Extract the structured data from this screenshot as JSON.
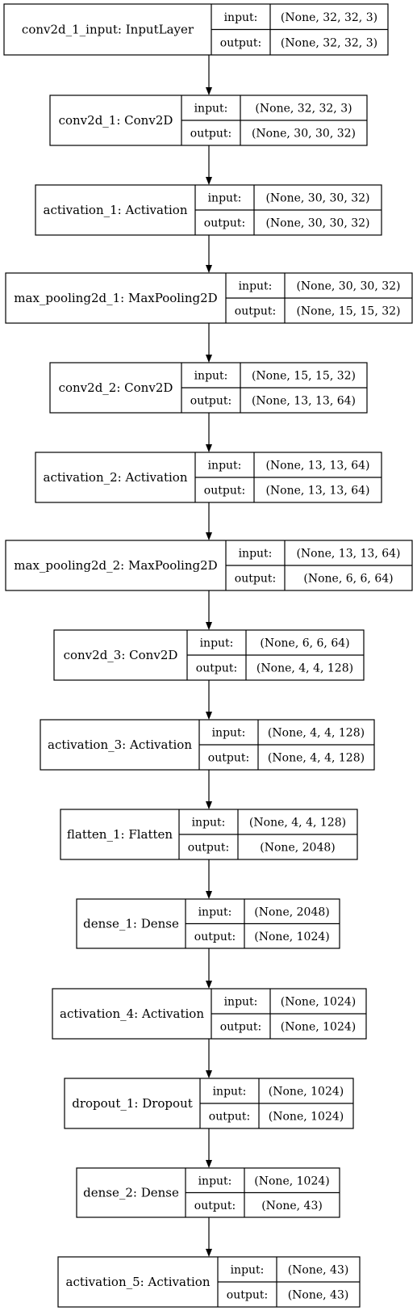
{
  "labels": {
    "input": "input:",
    "output": "output:"
  },
  "layers": [
    {
      "name": "conv2d_1_input: InputLayer",
      "input": "(None, 32, 32, 3)",
      "output": "(None, 32, 32, 3)"
    },
    {
      "name": "conv2d_1: Conv2D",
      "input": "(None, 32, 32, 3)",
      "output": "(None, 30, 30, 32)"
    },
    {
      "name": "activation_1: Activation",
      "input": "(None, 30, 30, 32)",
      "output": "(None, 30, 30, 32)"
    },
    {
      "name": "max_pooling2d_1: MaxPooling2D",
      "input": "(None, 30, 30, 32)",
      "output": "(None, 15, 15, 32)"
    },
    {
      "name": "conv2d_2: Conv2D",
      "input": "(None, 15, 15, 32)",
      "output": "(None, 13, 13, 64)"
    },
    {
      "name": "activation_2: Activation",
      "input": "(None, 13, 13, 64)",
      "output": "(None, 13, 13, 64)"
    },
    {
      "name": "max_pooling2d_2: MaxPooling2D",
      "input": "(None, 13, 13, 64)",
      "output": "(None, 6, 6, 64)"
    },
    {
      "name": "conv2d_3: Conv2D",
      "input": "(None, 6, 6, 64)",
      "output": "(None, 4, 4, 128)"
    },
    {
      "name": "activation_3: Activation",
      "input": "(None, 4, 4, 128)",
      "output": "(None, 4, 4, 128)"
    },
    {
      "name": "flatten_1: Flatten",
      "input": "(None, 4, 4, 128)",
      "output": "(None, 2048)"
    },
    {
      "name": "dense_1: Dense",
      "input": "(None, 2048)",
      "output": "(None, 1024)"
    },
    {
      "name": "activation_4: Activation",
      "input": "(None, 1024)",
      "output": "(None, 1024)"
    },
    {
      "name": "dropout_1: Dropout",
      "input": "(None, 1024)",
      "output": "(None, 1024)"
    },
    {
      "name": "dense_2: Dense",
      "input": "(None, 1024)",
      "output": "(None, 43)"
    },
    {
      "name": "activation_5: Activation",
      "input": "(None, 43)",
      "output": "(None, 43)"
    }
  ]
}
